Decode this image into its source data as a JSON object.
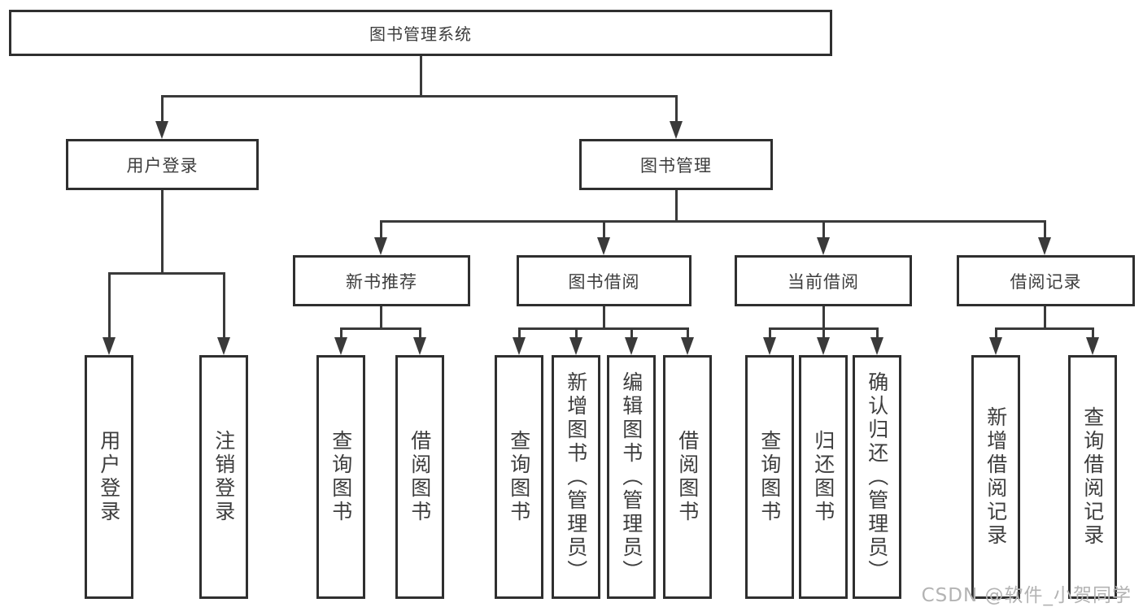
{
  "diagram": {
    "root": "图书管理系统",
    "level2": {
      "user_login": "用户登录",
      "book_mgmt": "图书管理"
    },
    "level3": {
      "new_books": "新书推荐",
      "book_borrow": "图书借阅",
      "current_borrow": "当前借阅",
      "borrow_records": "借阅记录"
    },
    "leaves": {
      "user_login": [
        "用户登录",
        "注销登录"
      ],
      "new_books": [
        "查询图书",
        "借阅图书"
      ],
      "book_borrow": [
        "查询图书",
        "新增图书（管理员）",
        "编辑图书（管理员）",
        "借阅图书"
      ],
      "current_borrow": [
        "查询图书",
        "归还图书",
        "确认归还（管理员）"
      ],
      "borrow_records": [
        "新增借阅记录",
        "查询借阅记录"
      ]
    }
  },
  "watermark": "CSDN @软件_小贺同学",
  "colors": {
    "line": "#3a3a3a",
    "border": "#2f2f2f",
    "text": "#3d3d3d",
    "watermark": "#b3b3b3",
    "background": "#ffffff"
  }
}
